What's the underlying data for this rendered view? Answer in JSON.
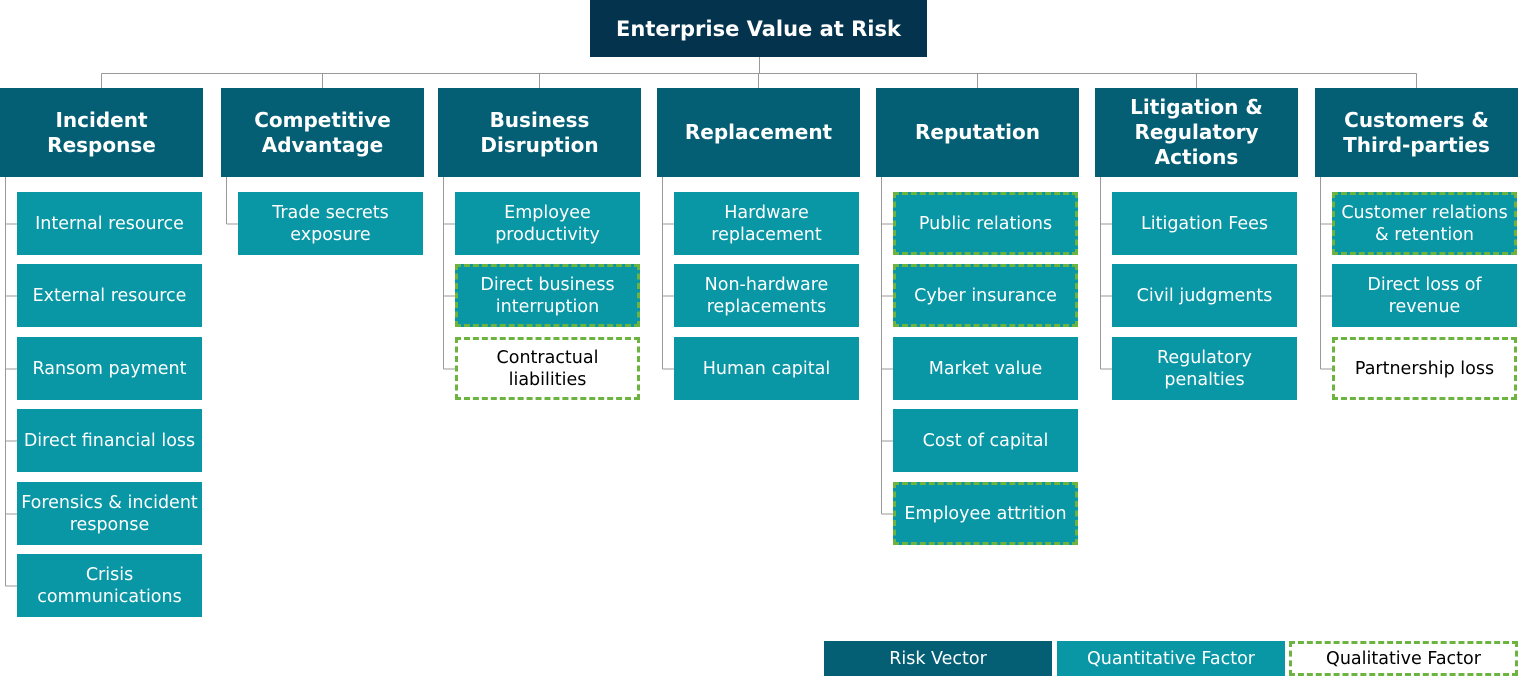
{
  "title": "Enterprise Value at Risk",
  "vectors": [
    {
      "label": "Incident Response",
      "factors": [
        {
          "label": "Internal resource",
          "type": "quantitative"
        },
        {
          "label": "External resource",
          "type": "quantitative"
        },
        {
          "label": "Ransom payment",
          "type": "quantitative"
        },
        {
          "label": "Direct financial loss",
          "type": "quantitative"
        },
        {
          "label": "Forensics & incident response",
          "type": "quantitative"
        },
        {
          "label": "Crisis communications",
          "type": "quantitative"
        }
      ]
    },
    {
      "label": "Competitive Advantage",
      "factors": [
        {
          "label": "Trade secrets exposure",
          "type": "quantitative"
        }
      ]
    },
    {
      "label": "Business Disruption",
      "factors": [
        {
          "label": "Employee productivity",
          "type": "quantitative"
        },
        {
          "label": "Direct business interruption",
          "type": "both"
        },
        {
          "label": "Contractual liabilities",
          "type": "qualitative"
        }
      ]
    },
    {
      "label": "Replacement",
      "factors": [
        {
          "label": "Hardware replacement",
          "type": "quantitative"
        },
        {
          "label": "Non-hardware replacements",
          "type": "quantitative"
        },
        {
          "label": "Human capital",
          "type": "quantitative"
        }
      ]
    },
    {
      "label": "Reputation",
      "factors": [
        {
          "label": "Public relations",
          "type": "both"
        },
        {
          "label": "Cyber insurance",
          "type": "both"
        },
        {
          "label": "Market value",
          "type": "quantitative"
        },
        {
          "label": "Cost of capital",
          "type": "quantitative"
        },
        {
          "label": "Employee attrition",
          "type": "both"
        }
      ]
    },
    {
      "label": "Litigation & Regulatory Actions",
      "factors": [
        {
          "label": "Litigation Fees",
          "type": "quantitative"
        },
        {
          "label": "Civil judgments",
          "type": "quantitative"
        },
        {
          "label": "Regulatory penalties",
          "type": "quantitative"
        }
      ]
    },
    {
      "label": "Customers & Third-parties",
      "factors": [
        {
          "label": "Customer relations & retention",
          "type": "both"
        },
        {
          "label": "Direct loss of revenue",
          "type": "quantitative"
        },
        {
          "label": "Partnership loss",
          "type": "qualitative"
        }
      ]
    }
  ],
  "legend": {
    "risk_vector": "Risk Vector",
    "quantitative": "Quantitative Factor",
    "qualitative": "Qualitative Factor"
  },
  "colors": {
    "root": "#04334d",
    "vector": "#045f75",
    "quantitative": "#0996a5",
    "qualitative_border": "#6cb33f",
    "connector": "#999999"
  }
}
